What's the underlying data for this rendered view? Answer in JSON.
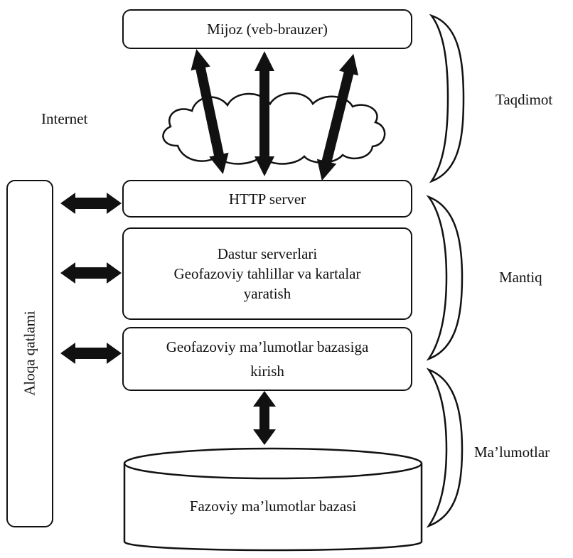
{
  "nodes": {
    "client": "Mijoz (veb-brauzer)",
    "http": "HTTP server",
    "app_line1": "Dastur serverlari",
    "app_line2": "Geofazoviy tahlillar va kartalar",
    "app_line3": "yaratish",
    "access_line1": "Geofazoviy ma’lumotlar bazasiga",
    "access_line2": "kirish",
    "database": "Fazoviy ma’lumotlar bazasi",
    "comm_layer": "Aloqa qatlami"
  },
  "labels": {
    "internet": "Internet",
    "tier_presentation": "Taqdimot",
    "tier_logic": "Mantiq",
    "tier_data": "Ma’lumotlar"
  }
}
